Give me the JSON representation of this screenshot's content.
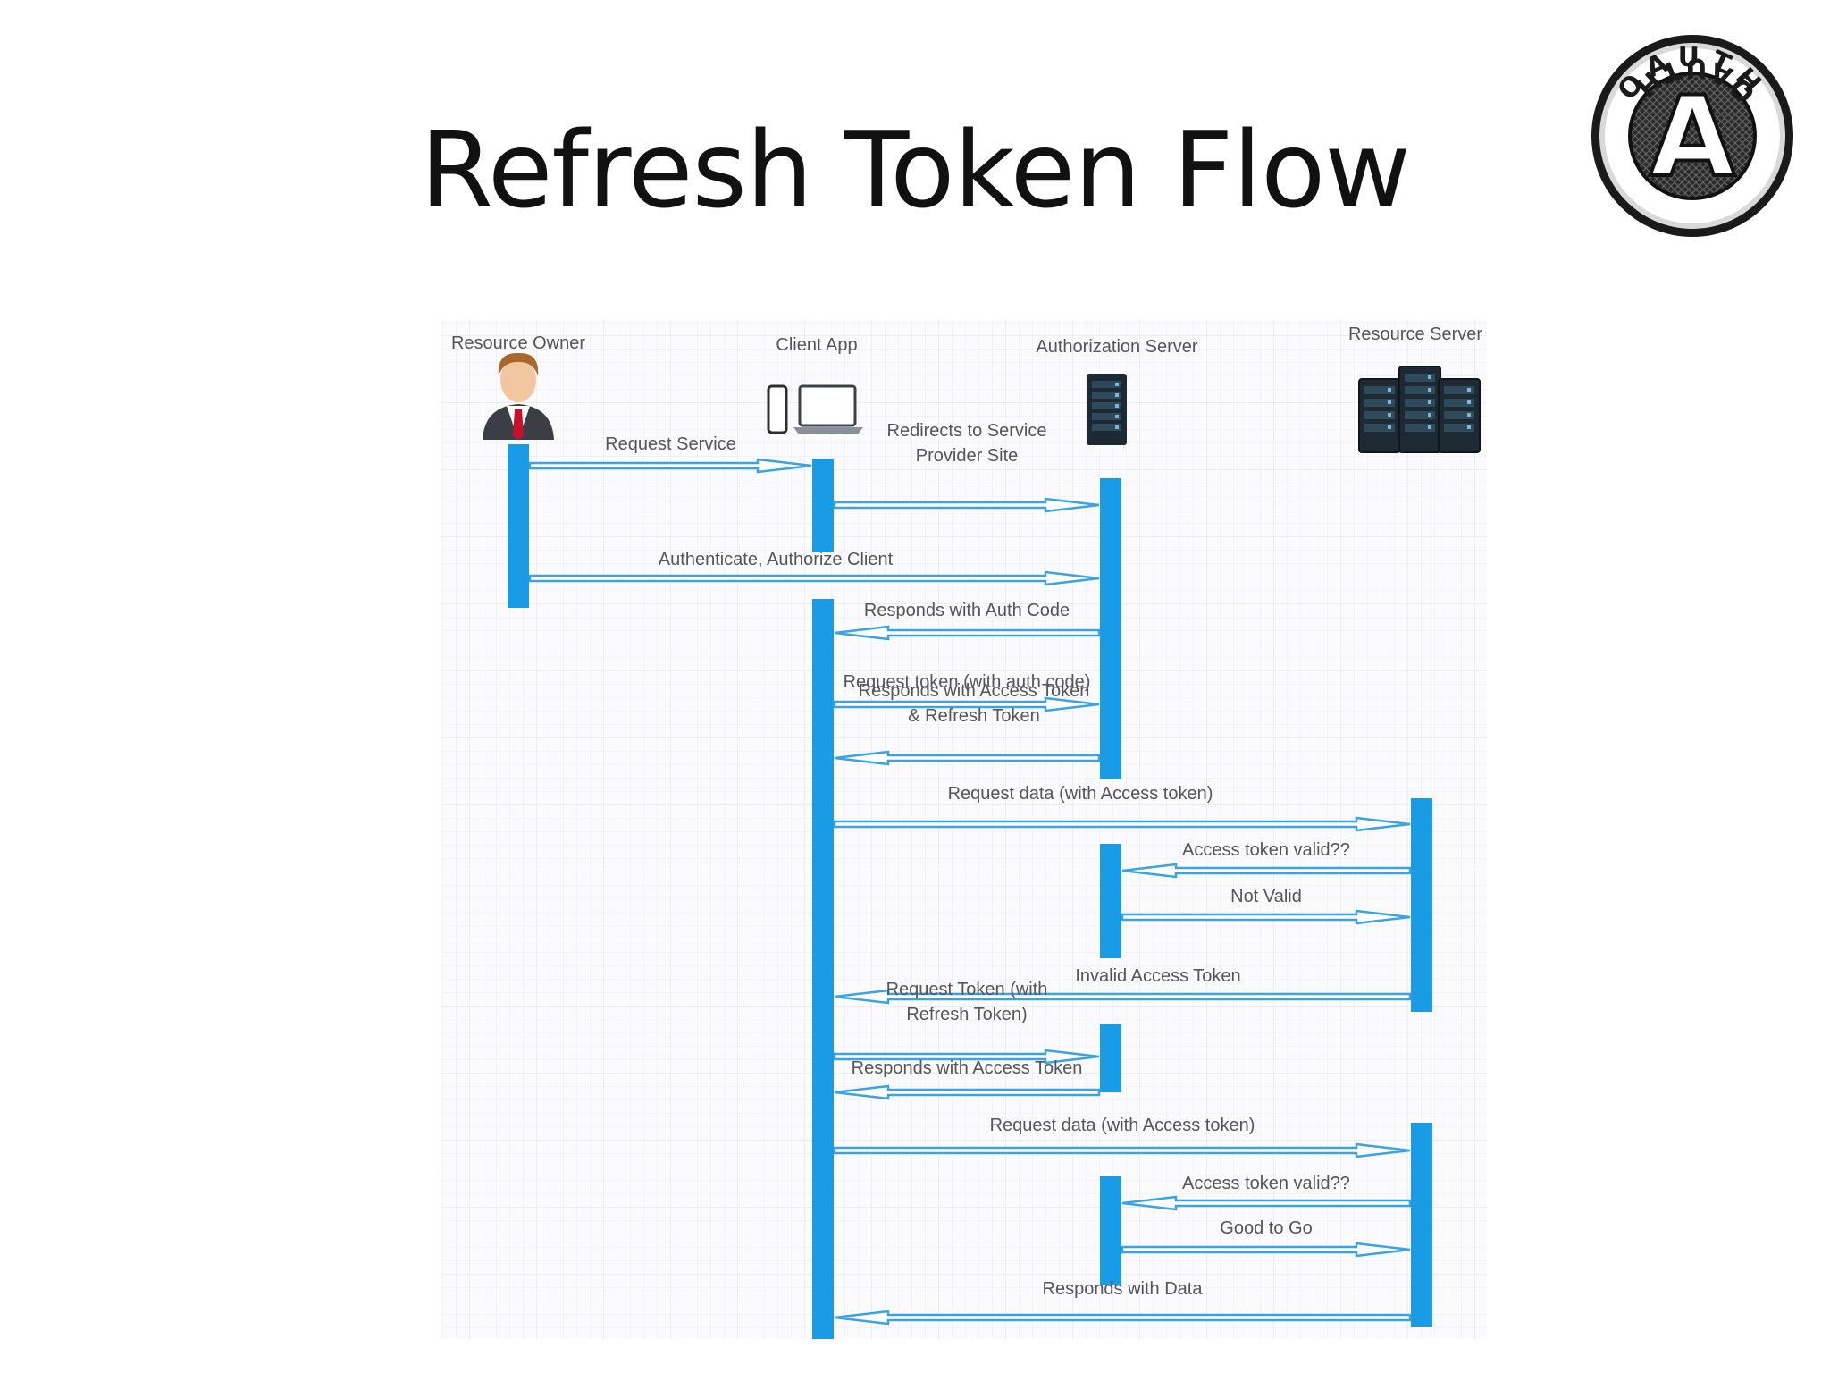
{
  "slide": {
    "title": "Refresh Token Flow"
  },
  "logo": {
    "top_text": "OAUTH",
    "bottom_text": "OAUTH",
    "letter": "A"
  },
  "participants": [
    {
      "id": "owner",
      "label": "Resource Owner",
      "icon": "person-icon"
    },
    {
      "id": "client",
      "label": "Client App",
      "icon": "devices-icon"
    },
    {
      "id": "auth",
      "label": "Authorization Server",
      "icon": "server-icon"
    },
    {
      "id": "resource",
      "label": "Resource Server",
      "icon": "server-rack-icon"
    }
  ],
  "messages": [
    {
      "from": "owner",
      "to": "client",
      "label": "Request Service"
    },
    {
      "from": "client",
      "to": "auth",
      "label": "Redirects to Service\nProvider Site"
    },
    {
      "from": "owner",
      "to": "auth",
      "label": "Authenticate, Authorize Client"
    },
    {
      "from": "auth",
      "to": "client",
      "label": "Responds with Auth Code"
    },
    {
      "from": "client",
      "to": "auth",
      "label": "Request token (with auth code)"
    },
    {
      "from": "auth",
      "to": "client",
      "label": "Responds with Access Token\n& Refresh Token"
    },
    {
      "from": "client",
      "to": "resource",
      "label": "Request data (with Access token)"
    },
    {
      "from": "resource",
      "to": "auth",
      "label": "Access token valid??"
    },
    {
      "from": "auth",
      "to": "resource",
      "label": "Not Valid"
    },
    {
      "from": "resource",
      "to": "client",
      "label": "Invalid Access Token"
    },
    {
      "from": "client",
      "to": "auth",
      "label": "Request Token (with\nRefresh Token)"
    },
    {
      "from": "auth",
      "to": "client",
      "label": "Responds with Access Token"
    },
    {
      "from": "client",
      "to": "resource",
      "label": "Request data (with Access token)"
    },
    {
      "from": "resource",
      "to": "auth",
      "label": "Access token valid??"
    },
    {
      "from": "auth",
      "to": "resource",
      "label": "Good to Go"
    },
    {
      "from": "resource",
      "to": "client",
      "label": "Responds with Data"
    }
  ],
  "colors": {
    "lifeline": "#1a9be6",
    "arrow": "#3aa3e0",
    "grid": "#e8e8ec",
    "label": "#555555",
    "server": "#1d2a33"
  }
}
